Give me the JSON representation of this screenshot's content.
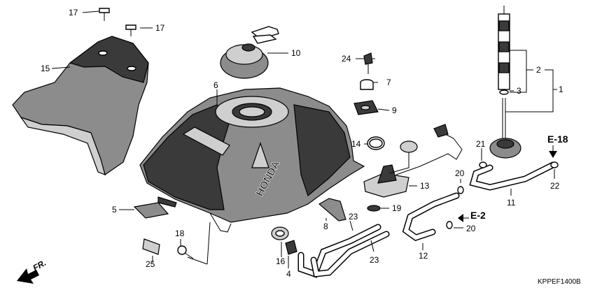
{
  "diagram": {
    "code": "KPPEF1400B",
    "direction_label": "FR.",
    "refs": {
      "e18": "E-18",
      "e2": "E-2"
    },
    "brand_text": "HONDA",
    "callouts": {
      "c1": "1",
      "c2": "2",
      "c3": "3",
      "c4": "4",
      "c5": "5",
      "c6": "6",
      "c7": "7",
      "c8": "8",
      "c9": "9",
      "c10": "10",
      "c11": "11",
      "c12": "12",
      "c13": "13",
      "c14": "14",
      "c15": "15",
      "c16": "16",
      "c17a": "17",
      "c17b": "17",
      "c18": "18",
      "c19": "19",
      "c20a": "20",
      "c20b": "20",
      "c21": "21",
      "c22": "22",
      "c23a": "23",
      "c23b": "23",
      "c24": "24",
      "c25": "25"
    }
  }
}
